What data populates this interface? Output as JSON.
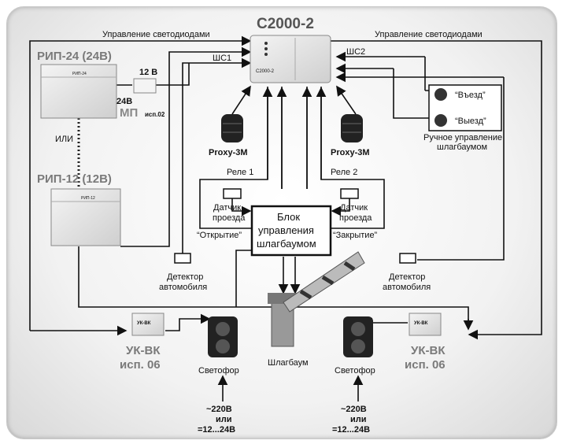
{
  "title": "С2000-2",
  "device_labels": {
    "rip24": "РИП-24 (24В)",
    "rip12": "РИП-12 (12В)",
    "ili": "ИЛИ",
    "v12": "12 В",
    "v24": "24В",
    "mp": "МП",
    "mp_ver": "исп.02",
    "shs1": "ШС1",
    "shs2": "ШС2",
    "led_left": "Управление светодиодами",
    "led_right": "Управление светодиодами",
    "proxy_left": "Proxy-3M",
    "proxy_right": "Proxy-3M",
    "rele1": "Реле 1",
    "rele2": "Реле 2",
    "sensor_left_1": "Датчик",
    "sensor_left_2": "проезда",
    "sensor_right_1": "Датчик",
    "sensor_right_2": "проезда",
    "block_1": "Блок",
    "block_2": "управления",
    "block_3": "шлагбаумом",
    "open": "“Открытие”",
    "close": "“Закрытие”",
    "btn_in": "“Въезд”",
    "btn_out": "“Выезд”",
    "manual_1": "Ручное управление",
    "manual_2": "шлагбаумом",
    "det_left_1": "Детектор",
    "det_left_2": "автомобиля",
    "det_right_1": "Детектор",
    "det_right_2": "автомобиля",
    "ukvk_left_1": "УК-ВК",
    "ukvk_left_2": "исп. 06",
    "ukvk_right_1": "УК-ВК",
    "ukvk_right_2": "исп. 06",
    "tl_left": "Светофор",
    "tl_right": "Светофор",
    "barrier": "Шлагбаум",
    "pw_left_1": "~220В",
    "pw_left_2": "или",
    "pw_left_3": "=12...24В",
    "pw_right_1": "~220В",
    "pw_right_2": "или",
    "pw_right_3": "=12...24В",
    "rip24_panel": "РИП-24",
    "rip12_panel": "РИП-12",
    "s2000_panel": "С2000-2",
    "ukvk_panel_left": "УК-ВК",
    "ukvk_panel_right": "УК-ВК"
  }
}
